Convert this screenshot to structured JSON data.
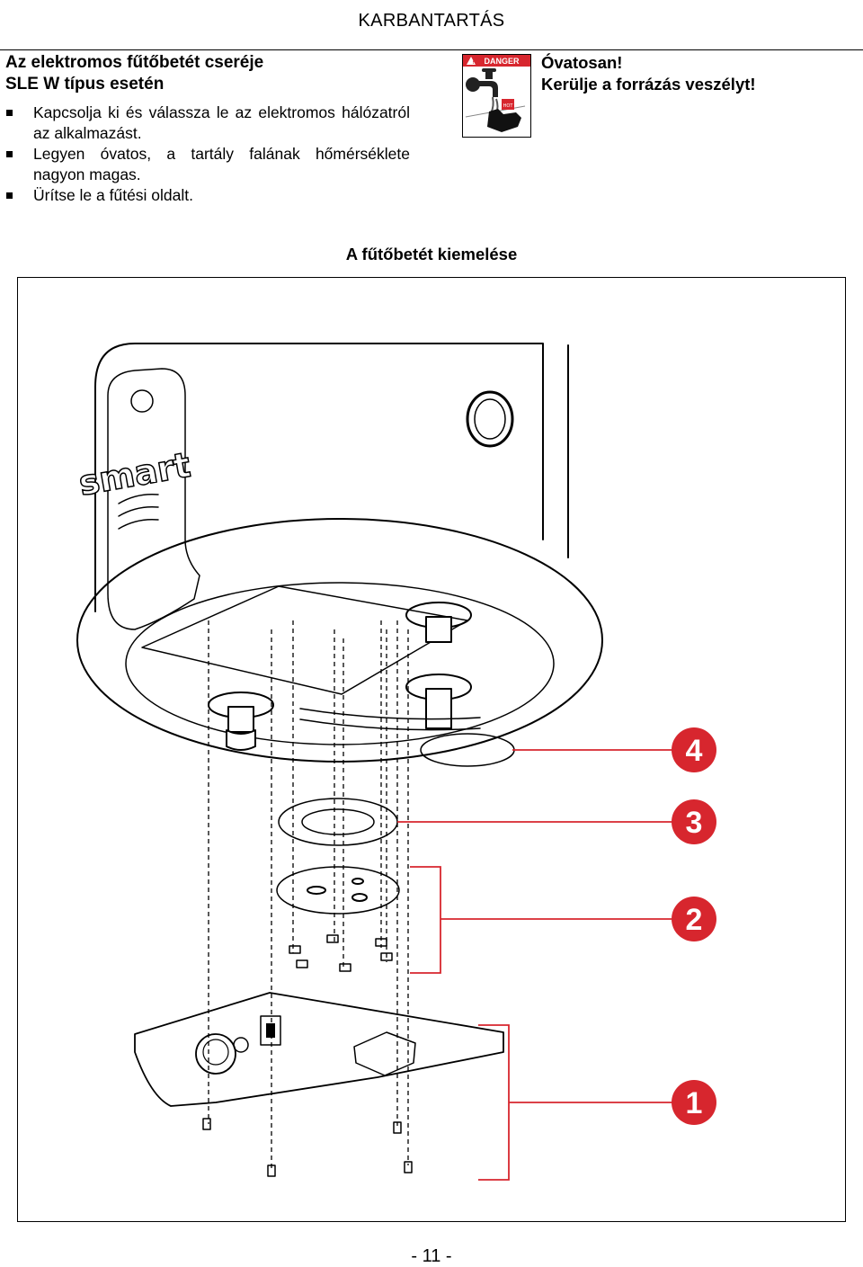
{
  "header": {
    "title": "KARBANTARTÁS"
  },
  "section": {
    "title_line1": "Az elektromos fűtőbetét cseréje",
    "title_line2": "SLE W típus esetén",
    "bullets": [
      "Kapcsolja ki és válassza le az elektromos hálózatról az alkalmazást.",
      "Legyen óvatos, a tartály falának hőmérséklete nagyon magas.",
      "Ürítse le a fűtési oldalt."
    ]
  },
  "warning": {
    "badge_text": "DANGER",
    "line1": "Óvatosan!",
    "line2": "Kerülje a forrázás veszélyt!"
  },
  "figure": {
    "title": "A fűtőbetét kiemelése",
    "brand_text": "smart",
    "callouts": [
      "4",
      "3",
      "2",
      "1"
    ],
    "accent_color": "#d7262e"
  },
  "footer": {
    "page_number": "- 11 -"
  }
}
